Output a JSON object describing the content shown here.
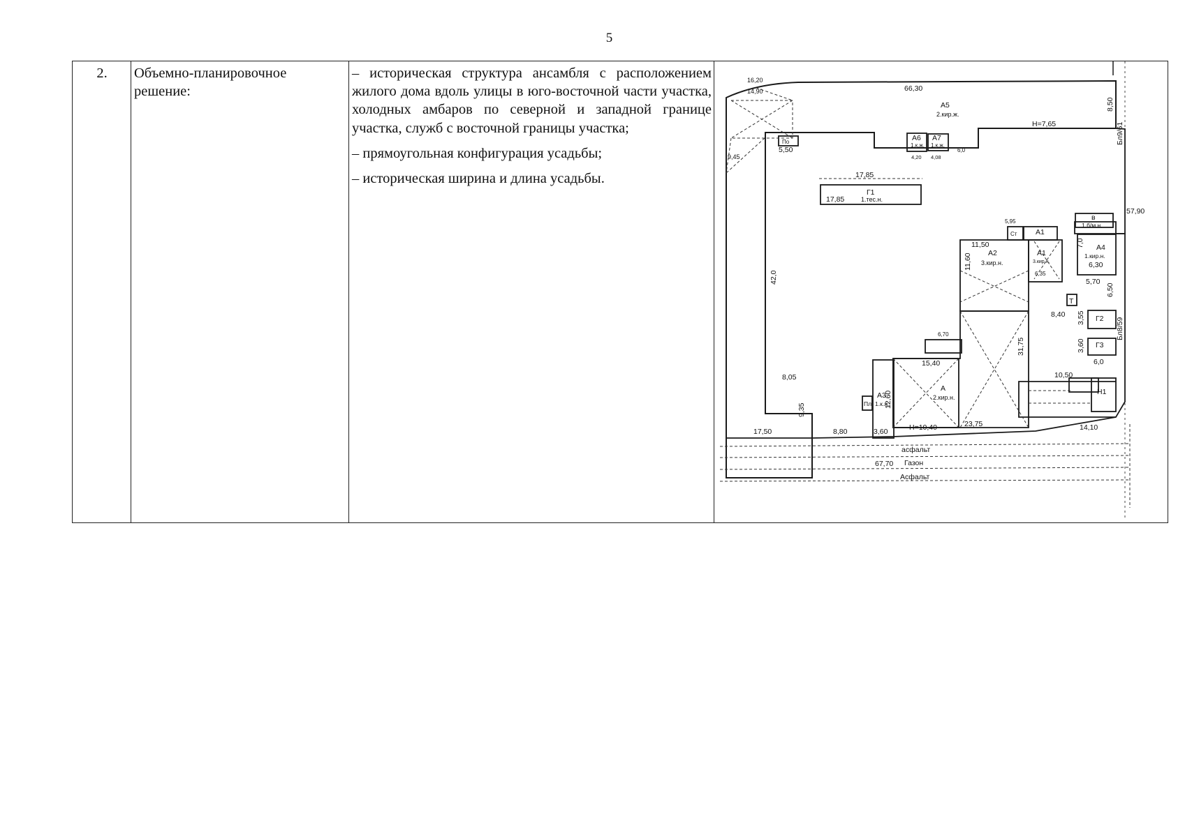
{
  "page": {
    "number": "5"
  },
  "row": {
    "num": "2.",
    "section": "Объемно-планировочное решение:",
    "bullets": [
      "– историческая структура ансамбля с расположением жилого дома вдоль улицы в юго-восточной части участка, холодных амбаров по северной и западной границе участка, служб с восточной границы участка;",
      "– прямоугольная конфигурация усадьбы;",
      "– историческая ширина и длина усадьбы."
    ]
  },
  "plan": {
    "buildings": {
      "a5": {
        "name": "А5",
        "type": "2.кир.ж."
      },
      "a6": {
        "name": "А6",
        "type": "1.к.ж."
      },
      "a7": {
        "name": "А7",
        "type": "1.к.ж."
      },
      "g1": {
        "name": "Г1",
        "type": "1.тес.н."
      },
      "a2": {
        "name": "А2",
        "type": "3.кир.н."
      },
      "a1": {
        "name": "А1",
        "type": "3.кир.н."
      },
      "a1b": {
        "name": "А1"
      },
      "b": {
        "name": "в",
        "type": "1.б/м.н."
      },
      "a4": {
        "name": "А4",
        "type": "1.кир.н."
      },
      "t": {
        "name": "Т"
      },
      "g2": {
        "name": "Г2"
      },
      "g3": {
        "name": "Г3"
      },
      "a3": {
        "name": "А3",
        "type": "1.к.ж."
      },
      "a": {
        "name": "А",
        "type": "2.кир.н."
      },
      "n1": {
        "name": "Н1"
      },
      "pl": {
        "name": "Пл"
      },
      "po": {
        "name": "По"
      },
      "st": {
        "name": "Ст"
      }
    },
    "dims": {
      "d1620": "16,20",
      "d1490": "14,90",
      "d6630": "66,30",
      "d850": "8,50",
      "d765": "Н=7,65",
      "d550": "5,50",
      "d945": "9,45",
      "d1785a": "17,85",
      "d1785b": "17,85",
      "d420": "4,20",
      "d408": "4,08",
      "d60": "6,0",
      "d1150": "11,50",
      "d1160": "11,60",
      "d595": "5,95",
      "d635": "6,35",
      "d570": "5,70",
      "d650": "6,50",
      "d630": "6,30",
      "d840": "8,40",
      "d355a": "3,55",
      "d360a": "3,60",
      "d60b": "6,0",
      "d420v": "42,0",
      "d670": "6,70",
      "d1540": "15,40",
      "d3175": "31,75",
      "d805": "8,05",
      "d935": "9,35",
      "d1260": "12,60",
      "d1050": "10,50",
      "d1750": "17,50",
      "d880": "8,80",
      "d360b": "3,60",
      "d1040": "Н=10,40",
      "d2375": "23,75",
      "d1410": "14,10",
      "d5790": "57,90",
      "d6770": "67,70",
      "d70": "7,0"
    },
    "streets": {
      "bl61": "Бл9/61",
      "bl59": "Бл8/59",
      "asphalt1": "асфальт",
      "lawn": "Газон",
      "asphalt2": "Асфальт"
    }
  }
}
